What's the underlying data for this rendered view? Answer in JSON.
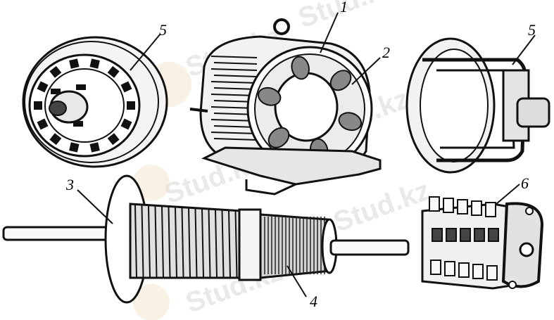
{
  "labels": {
    "l1": "1",
    "l2": "2",
    "l3": "3",
    "l4": "4",
    "l5a": "5",
    "l5b": "5",
    "l6": "6"
  },
  "watermark": "Stud.kz",
  "colors": {
    "ink": "#111111",
    "paper": "#ffffff",
    "watermark": "#d8d8d8"
  }
}
